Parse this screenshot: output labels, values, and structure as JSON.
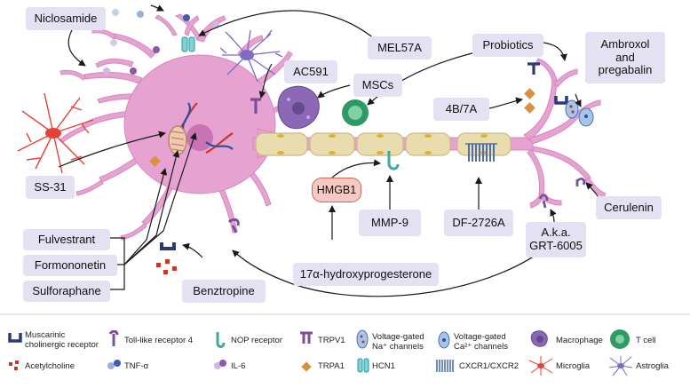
{
  "labels": {
    "niclosamide": "Niclosamide",
    "mel57a": "MEL57A",
    "probiotics": "Probiotics",
    "ambroxol": "Ambroxol and pregabalin",
    "ac591": "AC591",
    "mscs": "MSCs",
    "b4_7a": "4B/7A",
    "ss31": "SS-31",
    "hmgb1": "HMGB1",
    "mmp9": "MMP-9",
    "df2726a": "DF-2726A",
    "cerulenin": "Cerulenin",
    "aka": "A.k.a. GRT-6005",
    "fulvestrant": "Fulvestrant",
    "formononetin": "Formononetin",
    "sulforaphane": "Sulforaphane",
    "benztropine": "Benztropine",
    "hydroxyprog": "17α-hydroxyprogesterone"
  },
  "legend": {
    "muscarinic": "Muscarinic cholinergic receptor",
    "acetylcholine": "Acetylcholine",
    "tlr4": "Toll-like receptor 4",
    "tnf": "TNF-α",
    "nop": "NOP receptor",
    "il6": "IL-6",
    "trpv1": "TRPV1",
    "trpa1": "TRPA1",
    "vg_na": "Voltage-gated Na⁺ channels",
    "hcn1": "HCN1",
    "vg_ca": "Voltage-gated Ca²⁺ channels",
    "cxcr": "CXCR1/CXCR2",
    "macrophage": "Macrophage",
    "microglia": "Microglia",
    "tcell": "T cell",
    "astroglia": "Astroglia"
  },
  "colors": {
    "neuron": "#e6a3d1",
    "myelin": "#e9dcae",
    "receptor_navy": "#283a7a",
    "receptor_purple": "#7a4f9c",
    "nop_teal": "#3fa9a0",
    "trpa1": "#d8923a",
    "tcell": "#2f9a63",
    "macrophage": "#8a68b6",
    "microglia": "#e5423a",
    "astroglia": "#7e6bc4",
    "label_bg": "#e3e1f2"
  }
}
